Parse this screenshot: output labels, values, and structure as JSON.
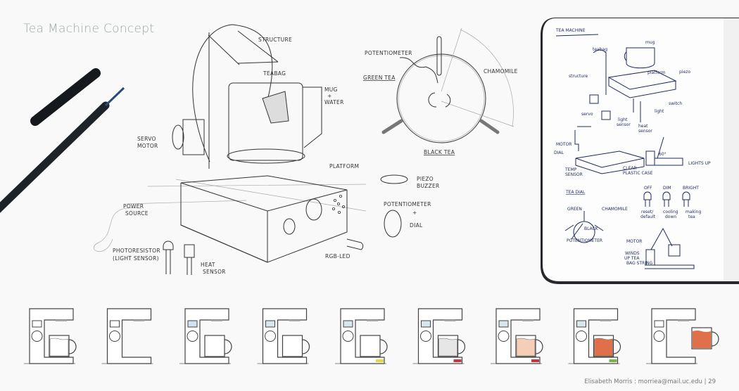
{
  "page": {
    "title": "Tea Machine Concept",
    "footer": "Elisabeth Morris : morriea@mail.uc.edu | 29"
  },
  "sketch": {
    "structure": "STRUCTURE",
    "teabag": "TEABAG",
    "mug_water_1": "MUG",
    "mug_water_2": "+",
    "mug_water_3": "WATER",
    "servo_1": "SERVO",
    "servo_2": "MOTOR",
    "platform": "PLATFORM",
    "piezo_1": "PIEZO",
    "piezo_2": "BUZZER",
    "pot_1": "POTENTIOMETER",
    "pot_2": "+",
    "pot_3": "DIAL",
    "power_1": "POWER",
    "power_2": "SOURCE",
    "photo_1": "PHOTORESISTOR",
    "photo_2": "(LIGHT SENSOR)",
    "heat_1": "HEAT",
    "heat_2": "SENSOR",
    "rgb": "RGB-LED"
  },
  "dial": {
    "potentiometer": "POTENTIOMETER",
    "green": "GREEN TEA",
    "chamomile": "CHAMOMILE",
    "black": "BLACK TEA"
  },
  "notebook": {
    "title": "TEA MACHINE",
    "mug": "mug",
    "teabag": "teabag",
    "structure": "structure",
    "platform": "platform",
    "piezo": "piezo",
    "servo": "servo",
    "switch": "switch",
    "light": "light",
    "light_sensor_1": "light",
    "light_sensor_2": "sensor",
    "heat_sensor_1": "heat",
    "heat_sensor_2": "sensor",
    "motor": "MOTOR",
    "dial": "DIAL",
    "temp_1": "TEMP",
    "temp_2": "SENSOR",
    "case_1": "CLEAR",
    "case_2": "PLASTIC CASE",
    "angle": "60°",
    "lights_up": "LIGHTS UP",
    "tea_dial": "TEA DIAL",
    "off": "OFF",
    "dim": "DIM",
    "bright": "BRIGHT",
    "green": "GREEN",
    "chamomile": "CHAMOMILE",
    "black": "BLACK",
    "potentiometer": "POTENTIOMETER",
    "reset_1": "reset/",
    "reset_2": "default",
    "cooling_1": "cooling",
    "cooling_2": "down",
    "making_1": "making",
    "making_2": "tea",
    "motor2": "MOTOR",
    "winds_1": "WINDS",
    "winds_2": "UP TEA",
    "winds_3": "BAG STRING"
  },
  "steps": [
    {
      "mug": "water",
      "mug_fill": "#ffffff",
      "indicator": null,
      "screen": "#ffffff"
    },
    {
      "mug": "none",
      "mug_fill": null,
      "indicator": null,
      "screen": "#ffffff"
    },
    {
      "mug": "empty",
      "mug_fill": "#ffffff",
      "indicator": null,
      "screen": "#cfe3f3"
    },
    {
      "mug": "empty",
      "mug_fill": "#ffffff",
      "indicator": null,
      "screen": "#d8e6ee"
    },
    {
      "mug": "empty",
      "mug_fill": "#ffffff",
      "indicator": "#e8d83a",
      "screen": "#d8e6ee"
    },
    {
      "mug": "water",
      "mug_fill": "#e6e6e6",
      "indicator": "#c8343a",
      "screen": "#d8e6ee"
    },
    {
      "mug": "water",
      "mug_fill": "#f6cdb6",
      "indicator": "#c8343a",
      "screen": "#d8e6ee"
    },
    {
      "mug": "water",
      "mug_fill": "#e0704a",
      "indicator": "#7cb342",
      "screen": "#d8e6ee"
    },
    {
      "mug": "lifted",
      "mug_fill": "#e0704a",
      "indicator": null,
      "screen": "#ffffff"
    }
  ],
  "colors": {
    "title": "#9aa9a5",
    "ink": "#1d2a5c",
    "tea": "#e0704a"
  }
}
